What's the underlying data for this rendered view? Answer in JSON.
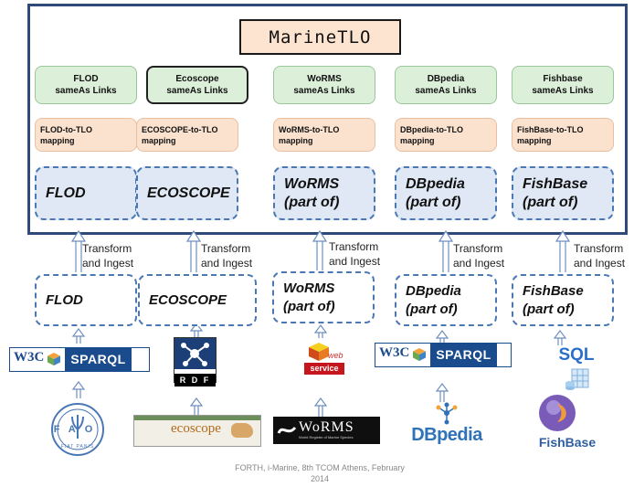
{
  "title": "MarineTLO",
  "columns": [
    {
      "links": "FLOD sameAs Links",
      "links_l1": "FLOD",
      "links_l2": "sameAs Links",
      "mapping_l1": "FLOD-to-TLO",
      "mapping_l2": "mapping",
      "inner_l1": "FLOD",
      "inner_l2": "",
      "outer_l1": "FLOD",
      "outer_l2": ""
    },
    {
      "links": "Ecoscope sameAs Links",
      "links_l1": "Ecoscope",
      "links_l2": "sameAs Links",
      "mapping_l1": "ECOSCOPE-to-TLO",
      "mapping_l2": "mapping",
      "inner_l1": "ECOSCOPE",
      "inner_l2": "",
      "outer_l1": "ECOSCOPE",
      "outer_l2": ""
    },
    {
      "links": "WoRMS sameAs Links",
      "links_l1": "WoRMS",
      "links_l2": "sameAs Links",
      "mapping_l1": "WoRMS-to-TLO",
      "mapping_l2": "mapping",
      "inner_l1": "WoRMS",
      "inner_l2": "(part of)",
      "outer_l1": "WoRMS",
      "outer_l2": "(part of)"
    },
    {
      "links": "DBpedia sameAs Links",
      "links_l1": "DBpedia",
      "links_l2": "sameAs Links",
      "mapping_l1": "DBpedia-to-TLO",
      "mapping_l2": "mapping",
      "inner_l1": "DBpedia",
      "inner_l2": "(part of)",
      "outer_l1": "DBpedia",
      "outer_l2": "(part of)"
    },
    {
      "links": "Fishbase sameAs Links",
      "links_l1": "Fishbase",
      "links_l2": "sameAs Links",
      "mapping_l1": "FishBase-to-TLO",
      "mapping_l2": "mapping",
      "inner_l1": "FishBase",
      "inner_l2": "(part of)",
      "outer_l1": "FishBase",
      "outer_l2": "(part of)"
    }
  ],
  "transform_l1": "Transform",
  "transform_l2": "and Ingest",
  "logos": {
    "w3c": "W3C",
    "sparql": "SPARQL",
    "rdf": "R D F",
    "ecoscope": "ecoscope",
    "web": "web",
    "service": "service",
    "worms": "WoRMS",
    "worms_sub": "World Register of Marine Species",
    "dbpedia": "DBpedia",
    "sql": "SQL",
    "fishbase": "FishBase",
    "fao": "FAO",
    "fao_motto": "FIAT PANIS"
  },
  "footer_l1": "FORTH, i-Marine, 8th TCOM Athens, February",
  "footer_l2": "2014",
  "colors": {
    "frame": "#2e4a78",
    "dashed": "#4a78b5",
    "links_bg": "#dcefd9",
    "mapping_bg": "#fbe2cf",
    "source_bg": "#dfe8f4"
  }
}
